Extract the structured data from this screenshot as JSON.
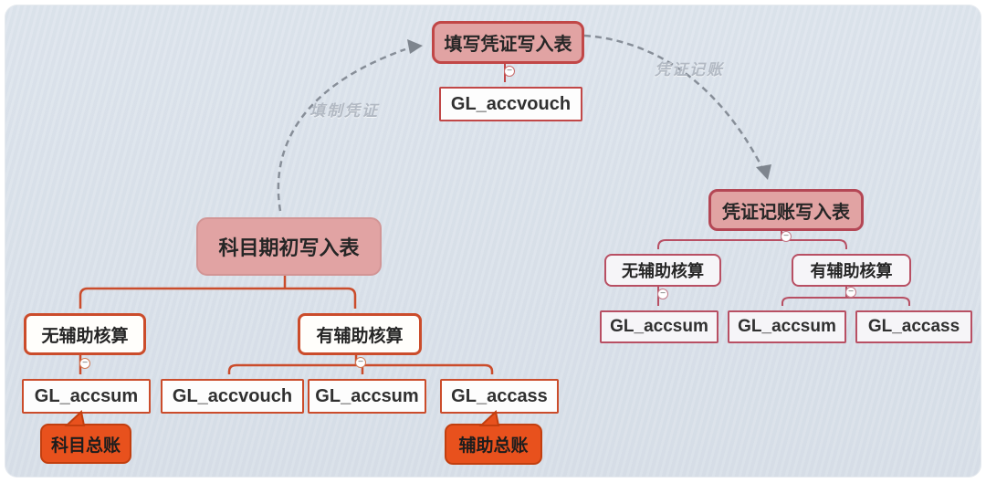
{
  "diagram": {
    "top_flow": {
      "root": "填写凭证写入表",
      "table": "GL_accvouch"
    },
    "left_flow": {
      "root": "科目期初写入表",
      "no_aux": "无辅助核算",
      "has_aux": "有辅助核算",
      "no_aux_tables": [
        "GL_accsum"
      ],
      "has_aux_tables": [
        "GL_accvouch",
        "GL_accsum",
        "GL_accass"
      ],
      "no_aux_callout": "科目总账",
      "has_aux_callout": "辅助总账"
    },
    "right_flow": {
      "root": "凭证记账写入表",
      "no_aux": "无辅助核算",
      "has_aux": "有辅助核算",
      "no_aux_tables": [
        "GL_accsum"
      ],
      "has_aux_tables": [
        "GL_accsum",
        "GL_accass"
      ]
    },
    "relations": {
      "fill_voucher": "填制凭证",
      "post_voucher": "凭证记账"
    },
    "icons": {
      "collapse": "−"
    },
    "colors": {
      "canvas_bg": "#dde4ec",
      "root_fill": "#e1a3a3",
      "red_branch": "#c14747",
      "orange_branch": "#cb4c2b",
      "rose_branch": "#b84f63",
      "callout_fill": "#e8511d",
      "relation_gray": "#878e98"
    }
  }
}
